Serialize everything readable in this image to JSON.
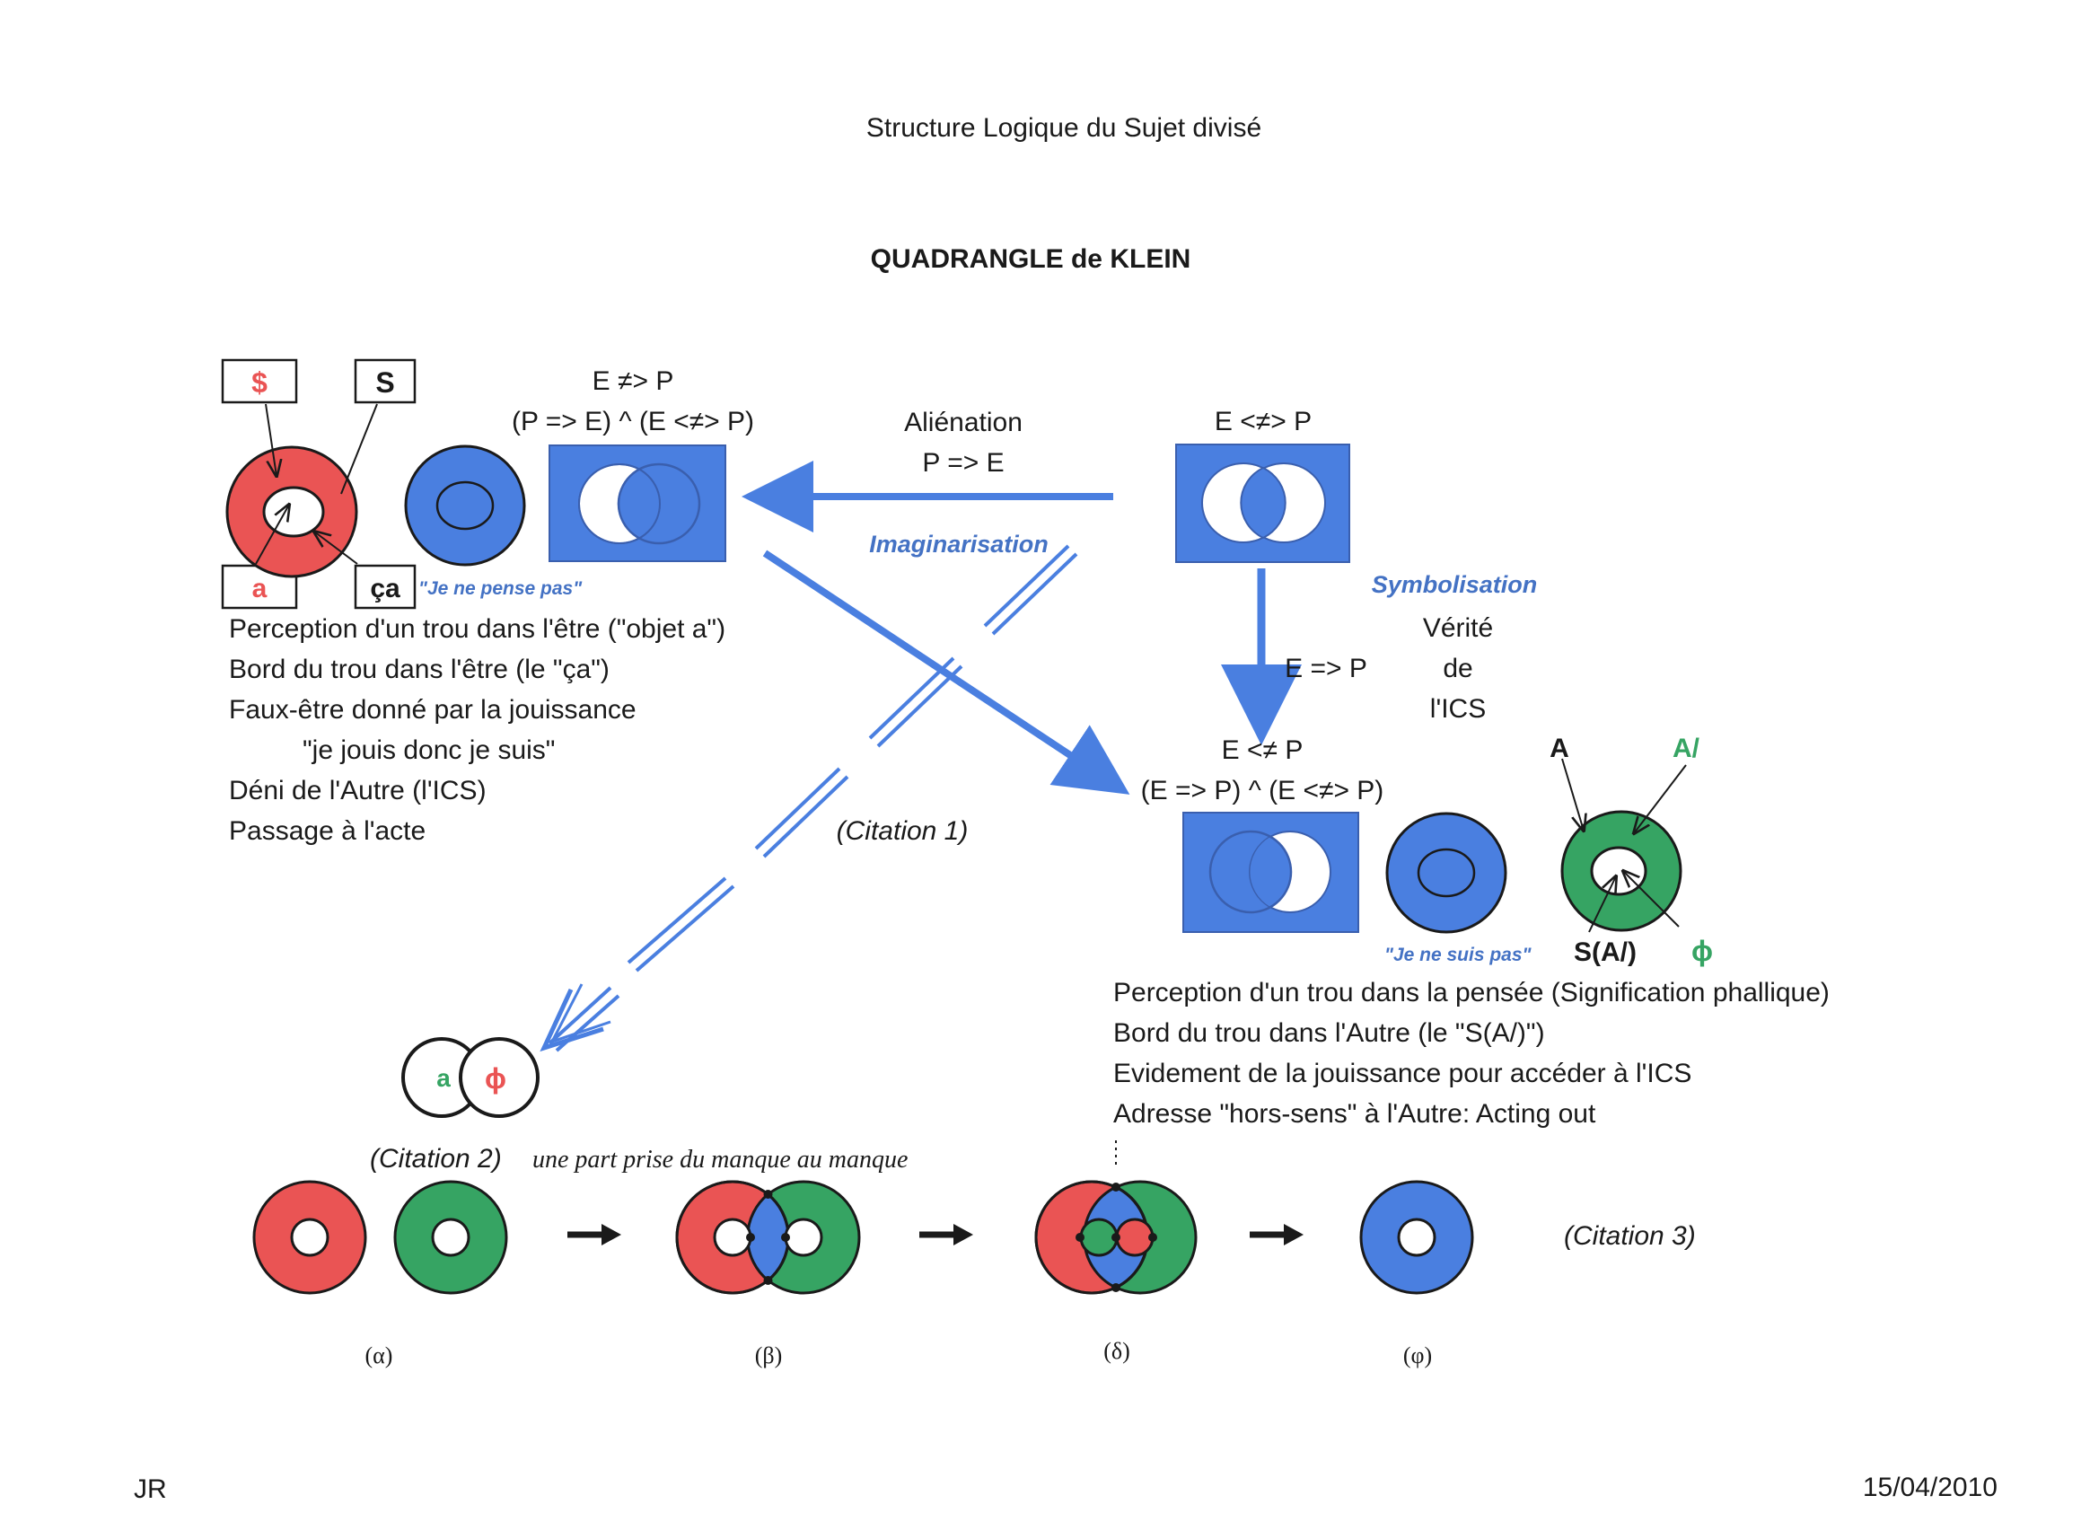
{
  "header": {
    "title": "Structure Logique du Sujet divisé",
    "subtitle": "QUADRANGLE de KLEIN"
  },
  "colors": {
    "red": "#ea5454",
    "blue": "#4a7fe0",
    "green": "#36a463",
    "label_blue": "#4472c4",
    "box_blue": "#4a7fe0"
  },
  "top_left": {
    "box_barred_s": "$",
    "box_s": "S",
    "box_a": "a",
    "box_ca": "ça",
    "je_ne_pense_pas": "\"Je ne pense pas\"",
    "formula_1": "E ≠> P",
    "formula_2": "(P => E) ^ (E <≠> P)",
    "descriptions": [
      "Perception d'un trou dans l'être (\"objet a\")",
      "Bord du trou dans l'être (le \"ça\")",
      "Faux-être donné par la jouissance",
      "\"je jouis donc je suis\"",
      "Déni de l'Autre (l'ICS)",
      "Passage à l'acte"
    ]
  },
  "top_right": {
    "formula": "E <≠> P"
  },
  "arrows": {
    "alienation": "Aliénation",
    "alienation_formula": "P => E",
    "imaginarisation": "Imaginarisation",
    "symbolisation": "Symbolisation",
    "vertical_formula": "E => P",
    "verite_1": "Vérité",
    "verite_2": "de",
    "verite_3": "l'ICS",
    "citation_1": "(Citation 1)"
  },
  "bottom_right": {
    "formula_1": "E <≠ P",
    "formula_2": "(E => P) ^ (E <≠> P)",
    "je_ne_suis_pas": "\"Je ne suis pas\"",
    "label_A": "A",
    "label_A_barred": "A/",
    "label_S_A": "S(A/)",
    "label_phi": "ϕ",
    "descriptions": [
      "Perception d'un trou dans la pensée (Signification phallique)",
      "Bord du trou dans l'Autre (le \"S(A/)\")",
      "Evidement de la jouissance pour accéder à l'ICS",
      "Adresse \"hors-sens\" à l'Autre: Acting out"
    ]
  },
  "lower": {
    "a_letter": "a",
    "phi_letter": "ϕ",
    "citation_2": "(Citation 2)",
    "citation_2_text": "une part prise du manque au manque",
    "citation_3": "(Citation 3)",
    "stage_labels": [
      "(α)",
      "(β)",
      "(δ)",
      "(φ)"
    ]
  },
  "footer": {
    "initials": "JR",
    "date": "15/04/2010"
  }
}
